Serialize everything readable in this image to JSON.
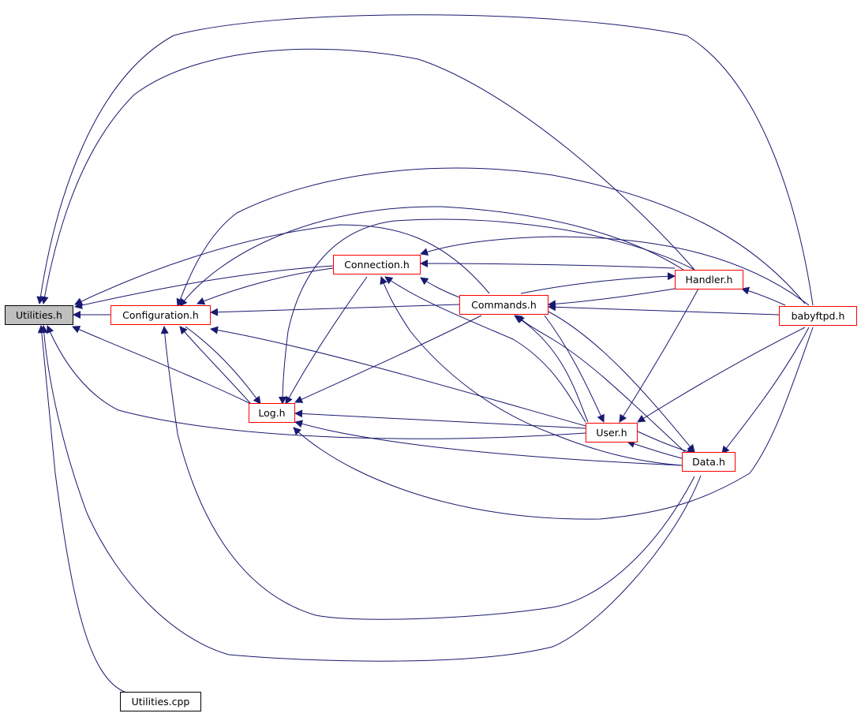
{
  "colors": {
    "edge": "#191970",
    "node_border": "#ff0000",
    "root_fill": "#bfbfbf",
    "plain_border": "#000000"
  },
  "nodes": {
    "utilities_h": "Utilities.h",
    "configuration_h": "Configuration.h",
    "connection_h": "Connection.h",
    "commands_h": "Commands.h",
    "handler_h": "Handler.h",
    "babyftpd_h": "babyftpd.h",
    "log_h": "Log.h",
    "user_h": "User.h",
    "data_h": "Data.h",
    "utilities_cpp": "Utilities.cpp"
  }
}
